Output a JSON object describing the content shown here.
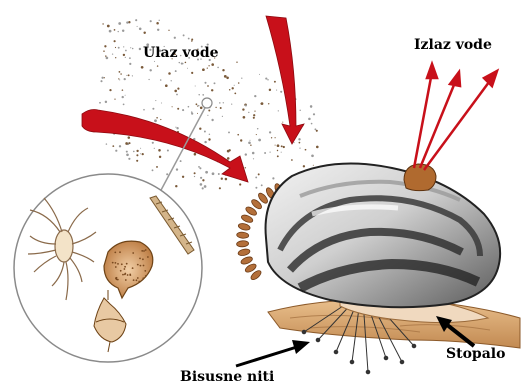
{
  "diagram": {
    "labels": {
      "inflow": "Ulaz vode",
      "outflow": "Izlaz vode",
      "byssus": "Bisusne niti",
      "foot": "Stopalo"
    },
    "icons": {
      "mussel": "mussel-shell-illustration",
      "plankton_magnifier": "plankton-magnifier-circle",
      "inflow_arrows": "red-curved-arrow",
      "outflow_arrows": "red-thin-arrow",
      "pointer_arrows": "black-pointer-arrow"
    },
    "colors": {
      "arrow_red": "#c8101a",
      "shell_dark": "#2b2b2b",
      "shell_light": "#d7d7d7",
      "mantle_edge": "#b0703e",
      "substrate": "#d8a56d",
      "plankton_brown": "#a86b2f"
    }
  }
}
